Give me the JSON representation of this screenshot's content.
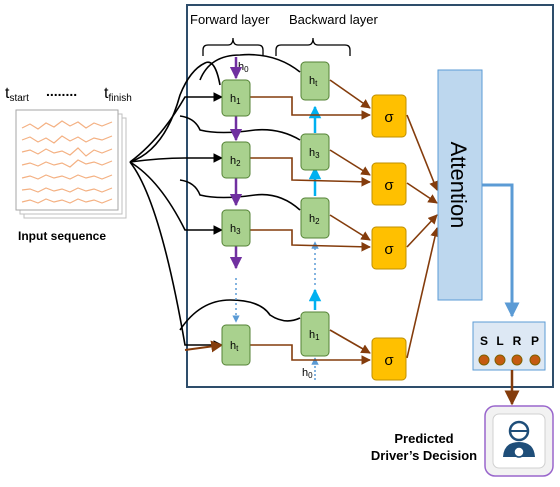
{
  "header": {
    "forward_label": "Forward layer",
    "backward_label": "Backward layer"
  },
  "time_labels": {
    "t": "t",
    "start_sub": "start",
    "dots": "........",
    "finish_sub": "finish"
  },
  "input_caption": "Input sequence",
  "h0_label": "h",
  "h0_sub": "0",
  "forward_cells": [
    {
      "base": "h",
      "sub": "1"
    },
    {
      "base": "h",
      "sub": "2"
    },
    {
      "base": "h",
      "sub": "3"
    },
    {
      "base": "h",
      "sub": "t"
    }
  ],
  "backward_cells": [
    {
      "base": "h",
      "sub": "t"
    },
    {
      "base": "h",
      "sub": "3"
    },
    {
      "base": "h",
      "sub": "2"
    },
    {
      "base": "h",
      "sub": "1"
    }
  ],
  "sigma_symbol": "σ",
  "attention_label": "Attention",
  "output_classes": [
    "S",
    "L",
    "R",
    "P"
  ],
  "prediction_caption_line1": "Predicted",
  "prediction_caption_line2": "Driver’s Decision",
  "colors": {
    "cell_fill": "#a9d18e",
    "cell_stroke": "#548235",
    "sigma_fill": "#ffc000",
    "sigma_stroke": "#bf8f00",
    "attention_fill": "#bdd7ee",
    "attention_stroke": "#5b9bd5",
    "forward_arrow": "#7030a0",
    "backward_arrow": "#00b0f0",
    "brown_arrow": "#843c0c",
    "blue_arrow": "#5b9bd5",
    "frame_stroke": "#2e4d6b",
    "signal": "#f4b183",
    "decision_border": "#9966cc",
    "dot_fill": "#c55a11"
  }
}
